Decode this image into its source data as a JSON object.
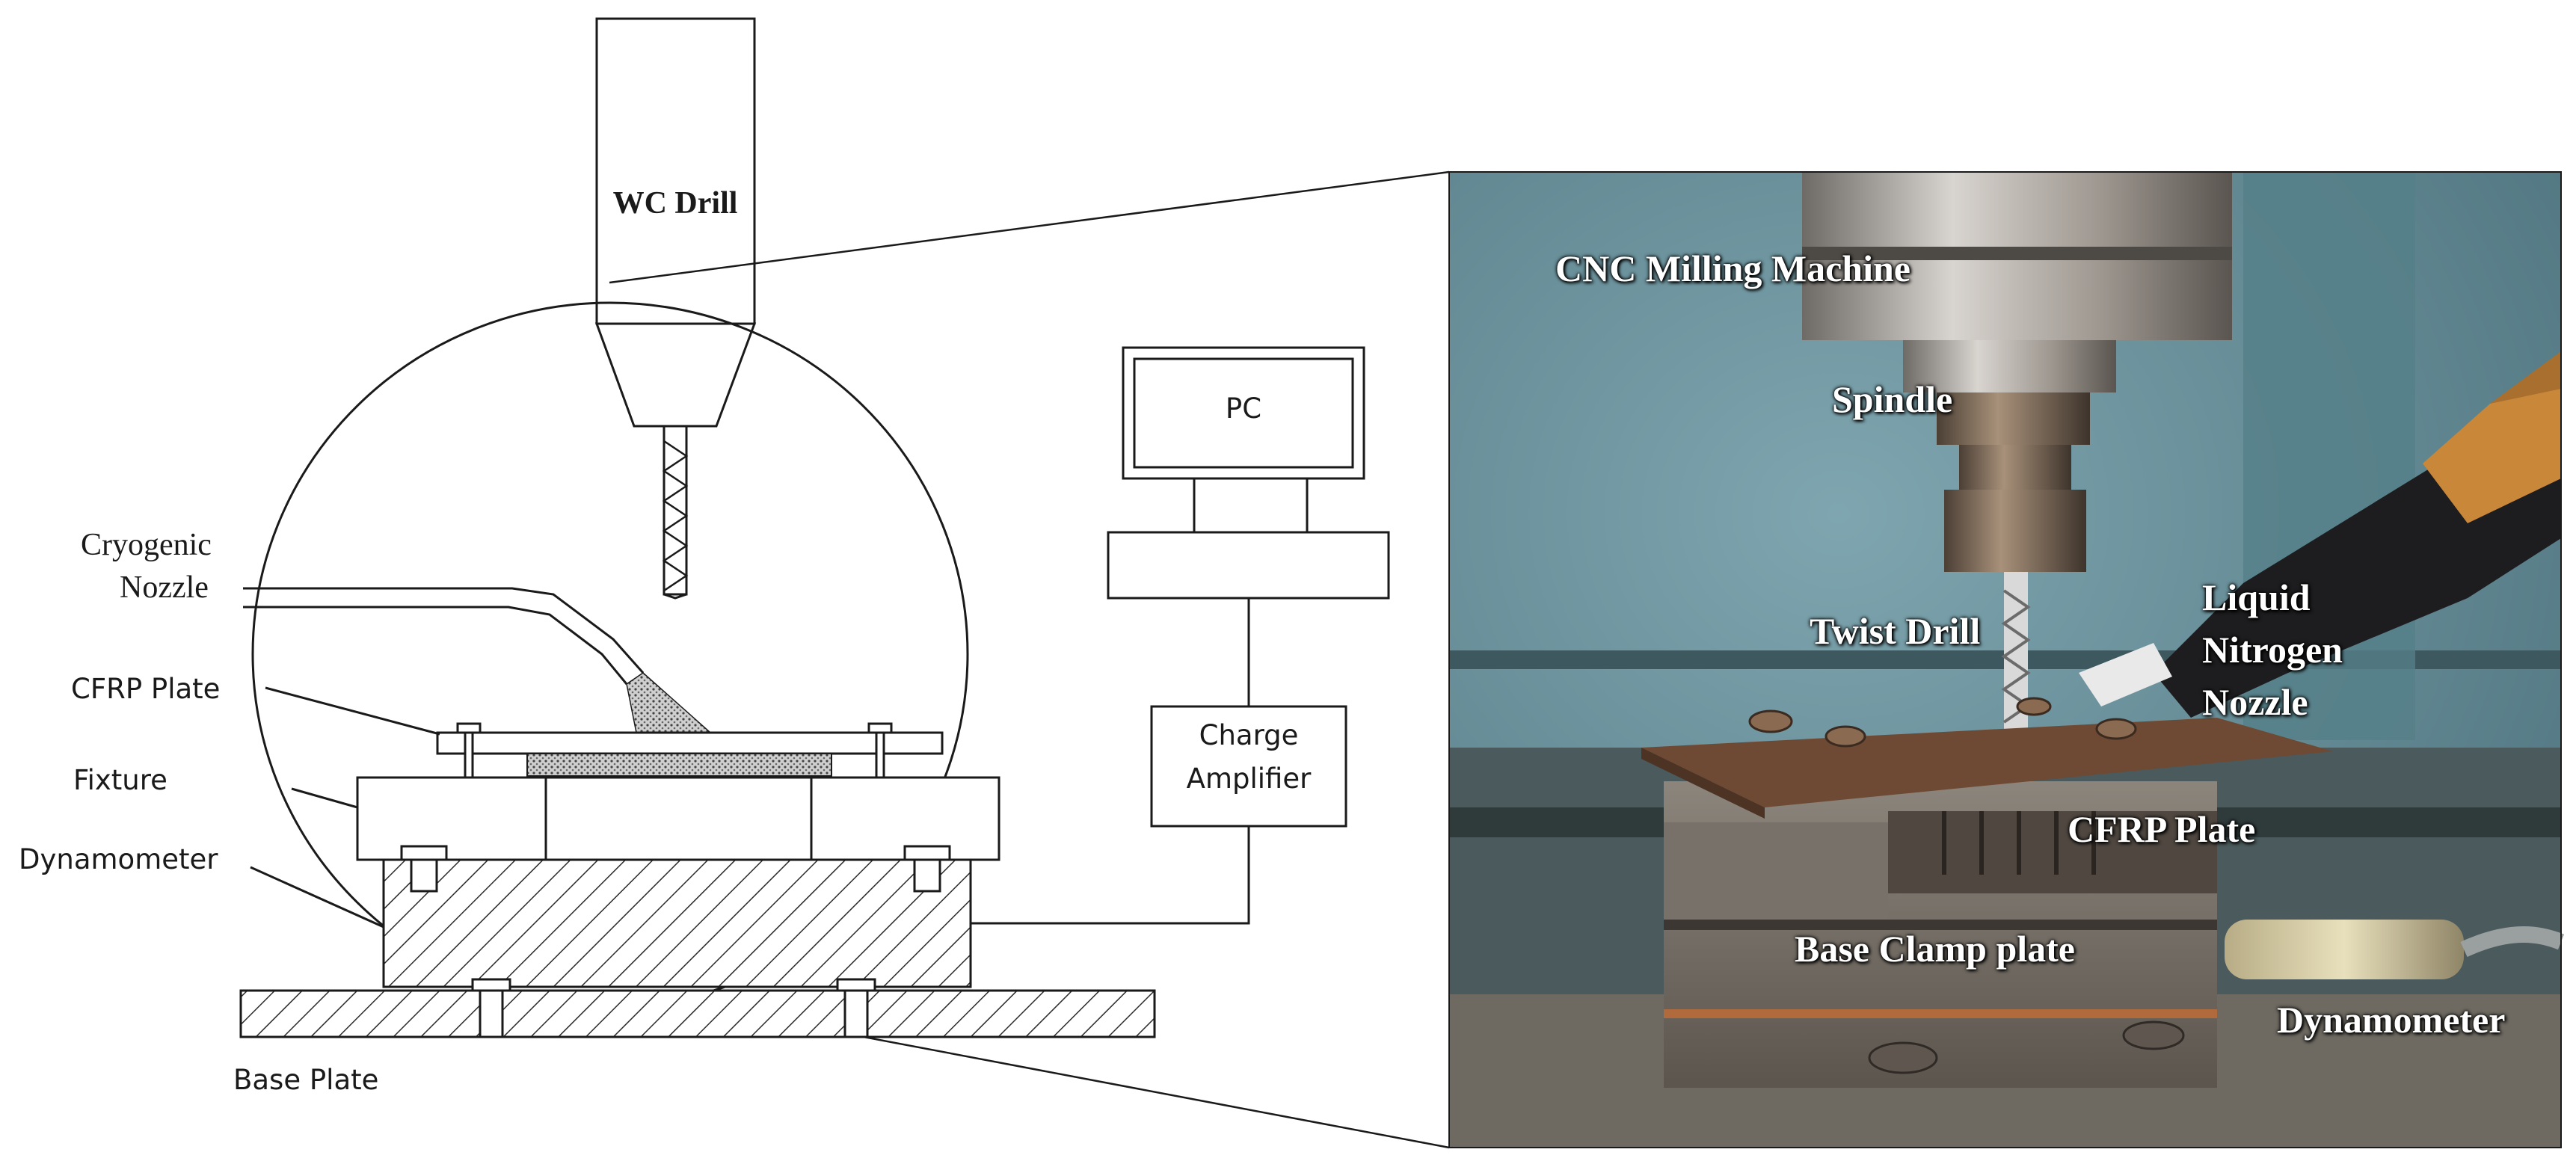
{
  "schematic": {
    "wc_drill": "WC Drill",
    "cryogenic_nozzle_line1": "Cryogenic",
    "cryogenic_nozzle_line2": "Nozzle",
    "cfrp_plate": "CFRP Plate",
    "fixture": "Fixture",
    "dynamometer": "Dynamometer",
    "base_plate": "Base Plate",
    "pc": "PC",
    "charge_amplifier_line1": "Charge",
    "charge_amplifier_line2": "Amplifier"
  },
  "photo": {
    "cnc_machine": "CNC Milling Machine",
    "spindle": "Spindle",
    "twist_drill": "Twist Drill",
    "ln2_line1": "Liquid",
    "ln2_line2": "Nitrogen",
    "ln2_line3": "Nozzle",
    "cfrp_plate": "CFRP Plate",
    "base_clamp": "Base Clamp plate",
    "dynamometer": "Dynamometer"
  },
  "colors": {
    "line": "#1a1a1a",
    "photo_wall": "#5f8a96",
    "photo_metal": "#8a7f72",
    "cfrp_brown": "#6e4a34",
    "glove_orange": "#c9873a"
  }
}
